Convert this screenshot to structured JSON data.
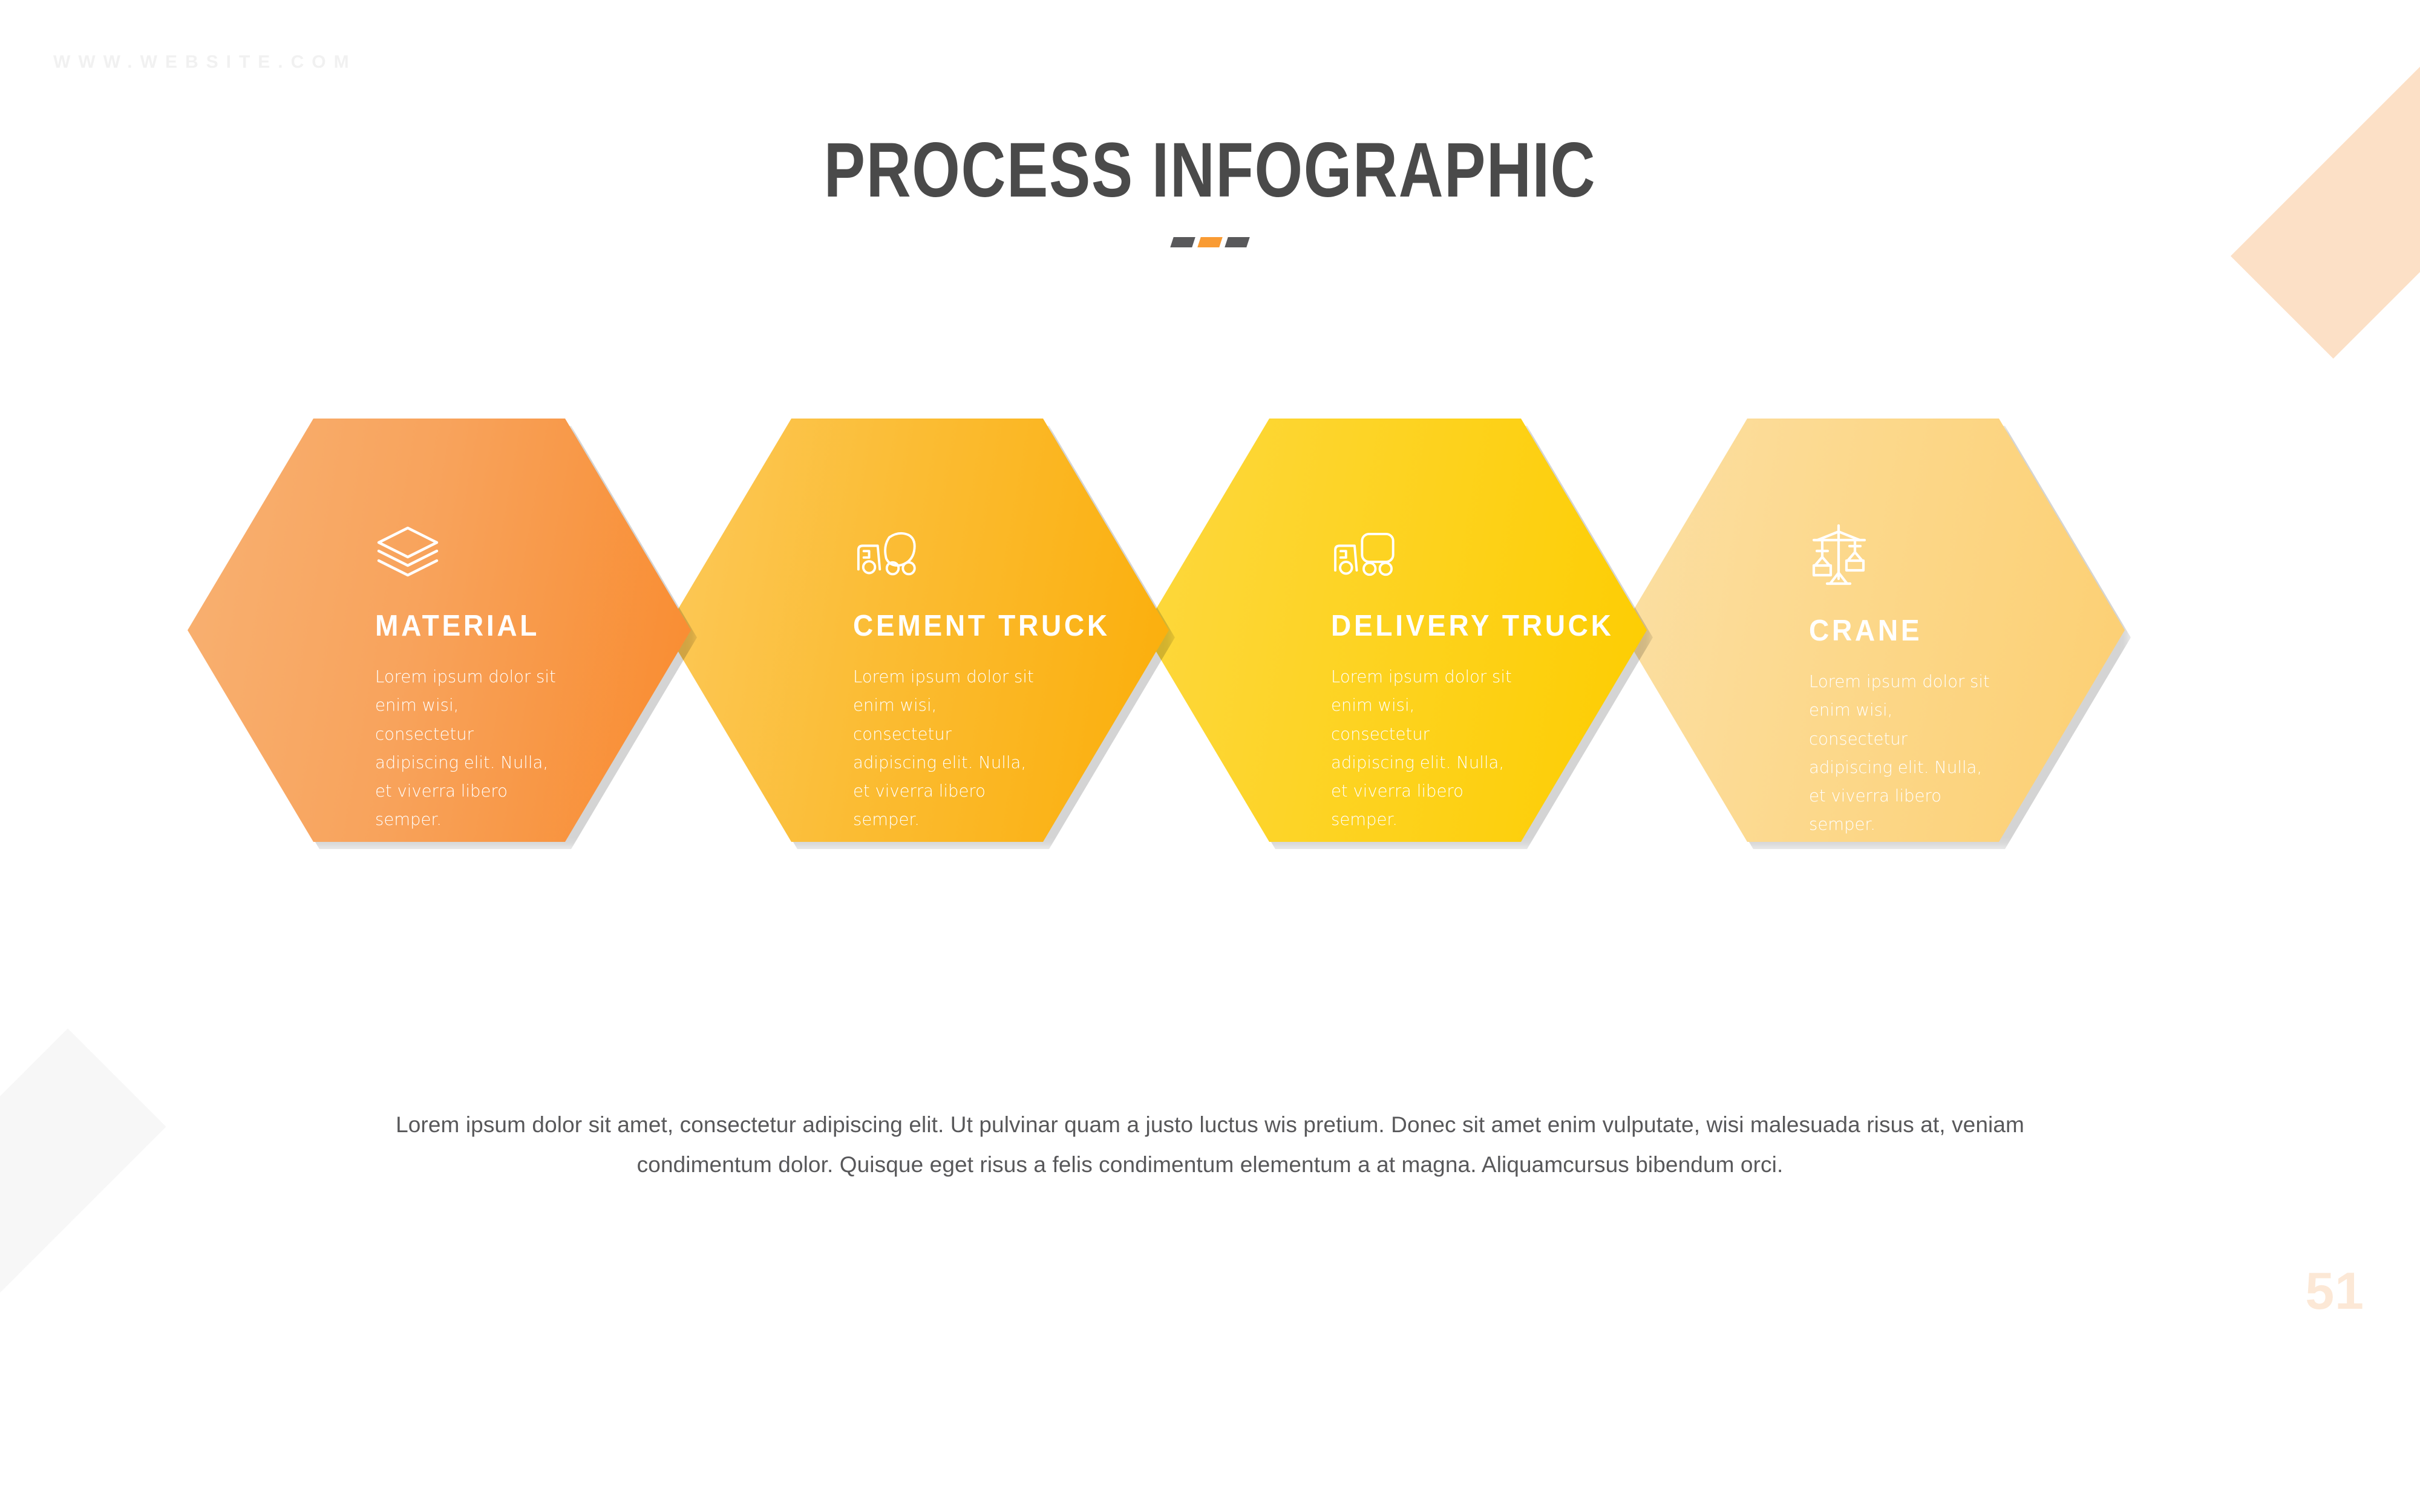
{
  "watermark": "WWW.WEBSITE.COM",
  "header": {
    "title": "PROCESS INFOGRAPHIC",
    "divider": [
      "dash-gray",
      "dash-orange",
      "dash-gray"
    ]
  },
  "page_number": "51",
  "colors": {
    "title": "#4A4A4A",
    "divider_gray": "#59595B",
    "divider_orange": "#F99B33",
    "body_text": "#58585A",
    "page_number": "#FCE8D6",
    "corner_top_right": "#FCE0C6",
    "corner_bottom_left": "#F7F7F7",
    "watermark": "#F1F1F1"
  },
  "steps": [
    {
      "icon": "layers-icon",
      "title": "MATERIAL",
      "description": "Lorem ipsum dolor sit enim wisi, consectetur adipiscing elit. Nulla, et viverra libero semper.",
      "gradient_from": "#F8B172",
      "gradient_to": "#F98B2E"
    },
    {
      "icon": "cement-truck-icon",
      "title": "CEMENT TRUCK",
      "description": "Lorem ipsum dolor sit enim wisi, consectetur adipiscing elit. Nulla, et viverra libero semper.",
      "gradient_from": "#FCC95A",
      "gradient_to": "#FBAE09"
    },
    {
      "icon": "delivery-truck-icon",
      "title": "DELIVERY TRUCK",
      "description": "Lorem ipsum dolor sit enim wisi, consectetur adipiscing elit. Nulla, et viverra libero semper.",
      "gradient_from": "#FDD83F",
      "gradient_to": "#FDCD00"
    },
    {
      "icon": "crane-icon",
      "title": "CRANE",
      "description": "Lorem ipsum dolor sit enim wisi, consectetur adipiscing elit. Nulla, et viverra libero semper.",
      "gradient_from": "#FBDFA4",
      "gradient_to": "#FCCF72"
    }
  ],
  "footer_paragraph": "Lorem ipsum dolor sit amet, consectetur adipiscing elit. Ut pulvinar quam a justo luctus wis pretium. Donec sit amet enim vulputate, wisi malesuada risus at, veniam condimentum dolor. Quisque eget risus a felis condimentum elementum a at magna. Aliquamcursus bibendum orci."
}
